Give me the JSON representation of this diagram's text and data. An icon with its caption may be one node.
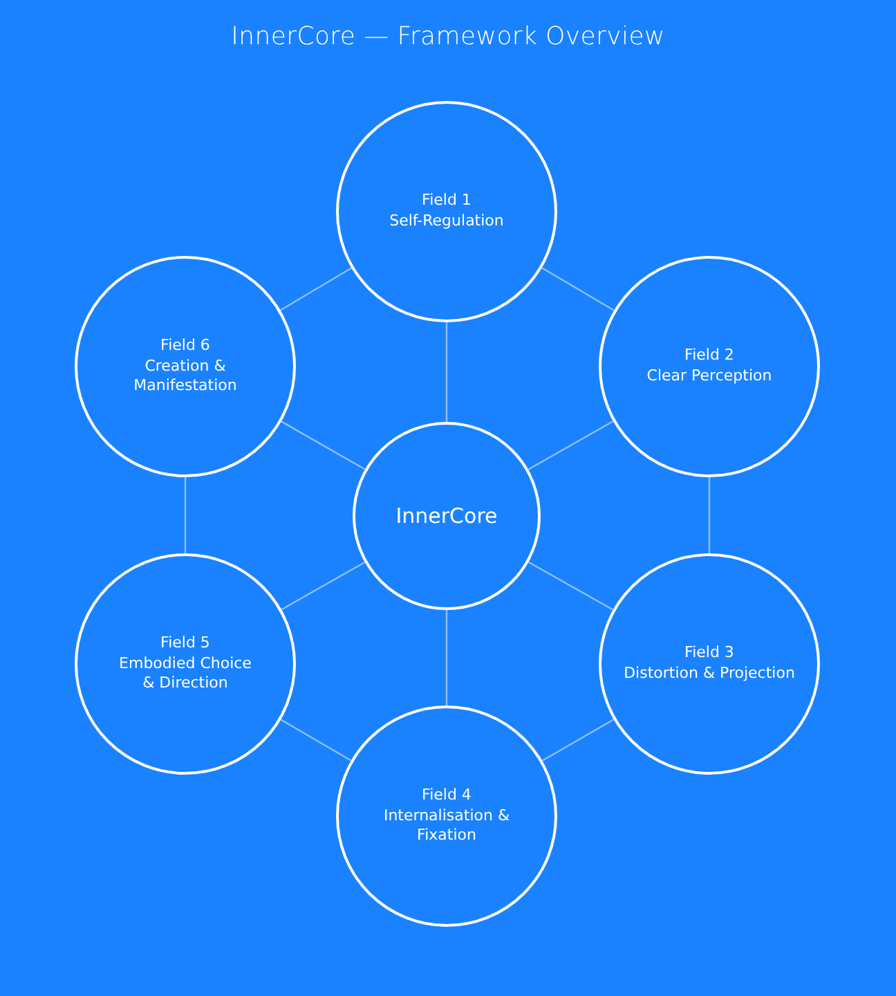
{
  "diagram": {
    "title": "InnerCore — Framework Overview",
    "nodes": [
      {
        "text": [
          "Field 1",
          "Self-Regulation"
        ]
      },
      {
        "text": [
          "Field 2",
          "Clear Perception"
        ]
      },
      {
        "text": [
          "Field 3",
          "Distortion & Projection"
        ]
      },
      {
        "text": [
          "Field 4",
          "Internalisation & Fixation"
        ]
      },
      {
        "text": [
          "Field 5",
          "Embodied Choice & Direction"
        ]
      },
      {
        "text": [
          "Field 6",
          "Creation & Manifestation"
        ]
      },
      {
        "text": [
          "InnerCore"
        ]
      }
    ],
    "edges": [
      {
        "from": 6,
        "to": 0,
        "arrow": "none"
      },
      {
        "from": 6,
        "to": 1,
        "arrow": "none"
      },
      {
        "from": 6,
        "to": 2,
        "arrow": "none"
      },
      {
        "from": 6,
        "to": 3,
        "arrow": "none"
      },
      {
        "from": 6,
        "to": 4,
        "arrow": "none"
      },
      {
        "from": 6,
        "to": 5,
        "arrow": "none"
      },
      {
        "from": 0,
        "to": 1,
        "arrow": "none"
      },
      {
        "from": 1,
        "to": 2,
        "arrow": "none"
      },
      {
        "from": 2,
        "to": 3,
        "arrow": "none"
      },
      {
        "from": 3,
        "to": 4,
        "arrow": "none"
      },
      {
        "from": 4,
        "to": 5,
        "arrow": "none"
      },
      {
        "from": 5,
        "to": 0,
        "arrow": "none"
      }
    ]
  }
}
